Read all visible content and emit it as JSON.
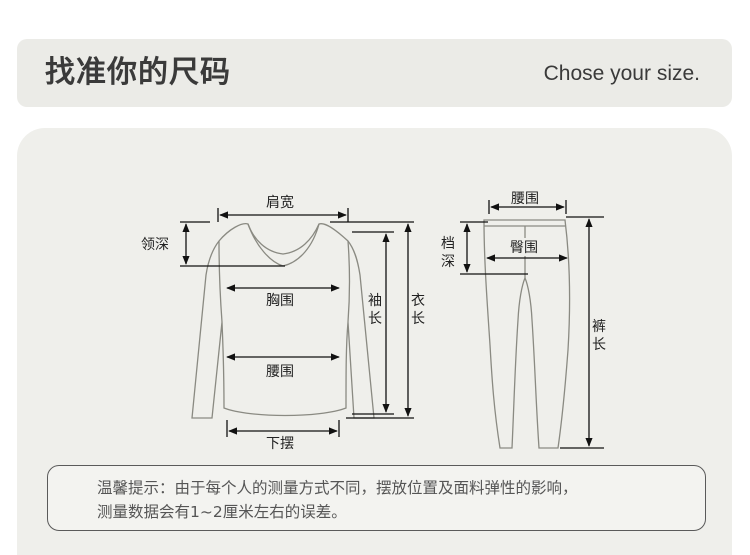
{
  "header": {
    "title_cn": "找准你的尺码",
    "title_en": "Chose your size."
  },
  "top_labels": {
    "shoulder_width": "肩宽",
    "neck_depth": "领深",
    "chest": "胸围",
    "waist": "腰围",
    "hem": "下摆",
    "sleeve_length": [
      "袖",
      "长"
    ],
    "garment_length": [
      "衣",
      "长"
    ]
  },
  "pants_labels": {
    "waist": "腰围",
    "crotch_depth": [
      "档",
      "深"
    ],
    "hip": "臀围",
    "pants_length": [
      "裤",
      "长"
    ]
  },
  "notice": {
    "line1": "温馨提示：由于每个人的测量方式不同，摆放位置及面料弹性的影响，",
    "line2": "测量数据会有1~2厘米左右的误差。"
  }
}
